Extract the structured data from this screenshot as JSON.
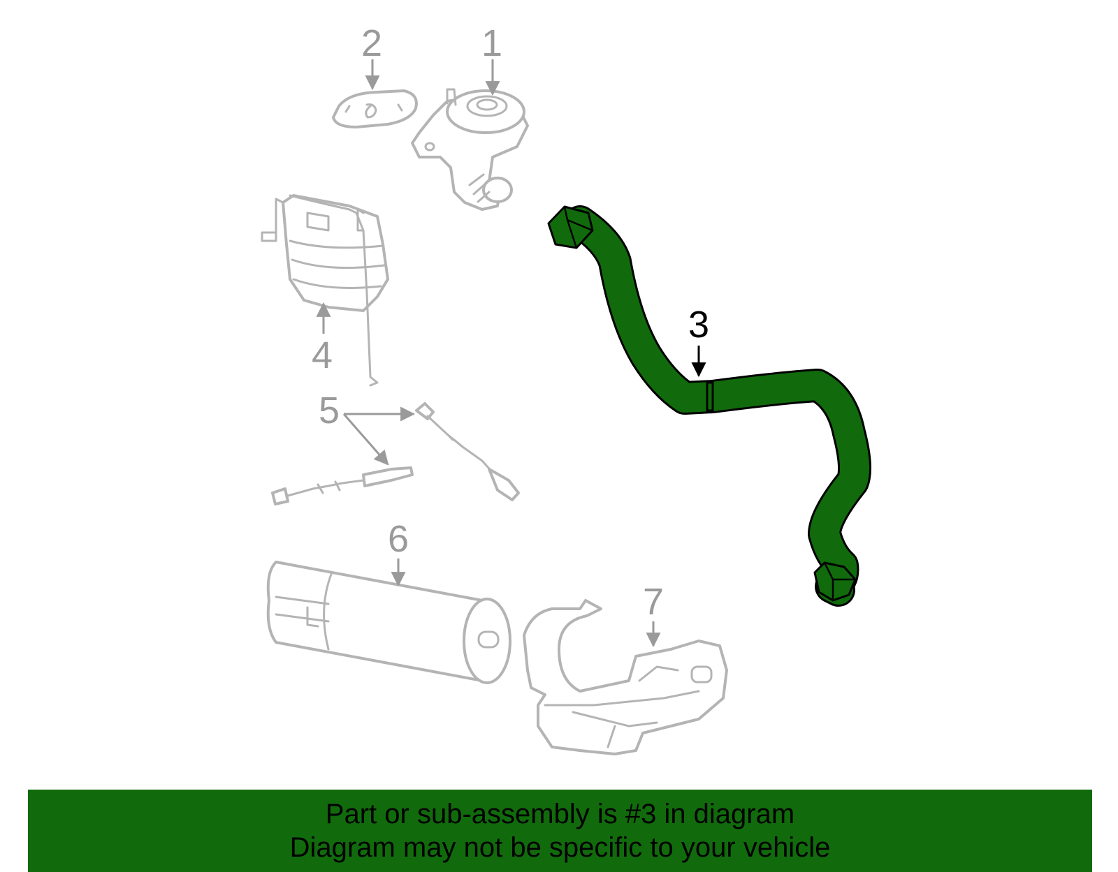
{
  "callouts": {
    "c1": "1",
    "c2": "2",
    "c3": "3",
    "c4": "4",
    "c5": "5",
    "c6": "6",
    "c7": "7"
  },
  "highlight": {
    "part_number": "3",
    "color": "#116b0c"
  },
  "colors": {
    "part_outline": "#b4b4b4",
    "callout_text": "#9a9a9a",
    "highlight_outline": "#000000"
  },
  "banner": {
    "line1": "Part or sub-assembly is #3 in diagram",
    "line2": "Diagram may not be specific to your vehicle",
    "background": "#116b0c"
  }
}
